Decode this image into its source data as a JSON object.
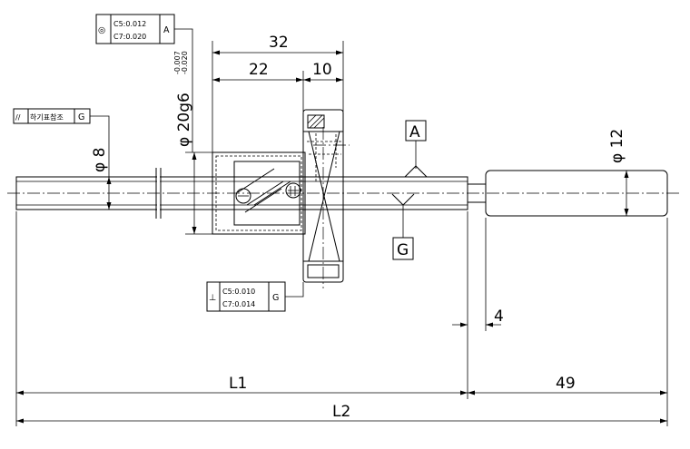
{
  "dimensions": {
    "d32": "32",
    "d22": "22",
    "d10": "10",
    "d4": "4",
    "dL1": "L1",
    "d49": "49",
    "dL2": "L2"
  },
  "diameters": {
    "shaft": "φ 8",
    "flange": "φ 20g6",
    "flange_tol_upper": "-0.007",
    "flange_tol_lower": "-0.020",
    "end": "φ 12"
  },
  "tolerance_frames": {
    "runout": {
      "symbol": "◎",
      "line1": "C5:0.012",
      "line2": "C7:0.020",
      "datum": "A"
    },
    "perpendicular": {
      "symbol": "⊥",
      "line1": "C5:0.010",
      "line2": "C7:0.014",
      "datum": "G"
    },
    "note": {
      "symbol": "//",
      "text": "하기표참조",
      "datum": "G"
    }
  },
  "datums": {
    "a": "A",
    "g": "G"
  }
}
